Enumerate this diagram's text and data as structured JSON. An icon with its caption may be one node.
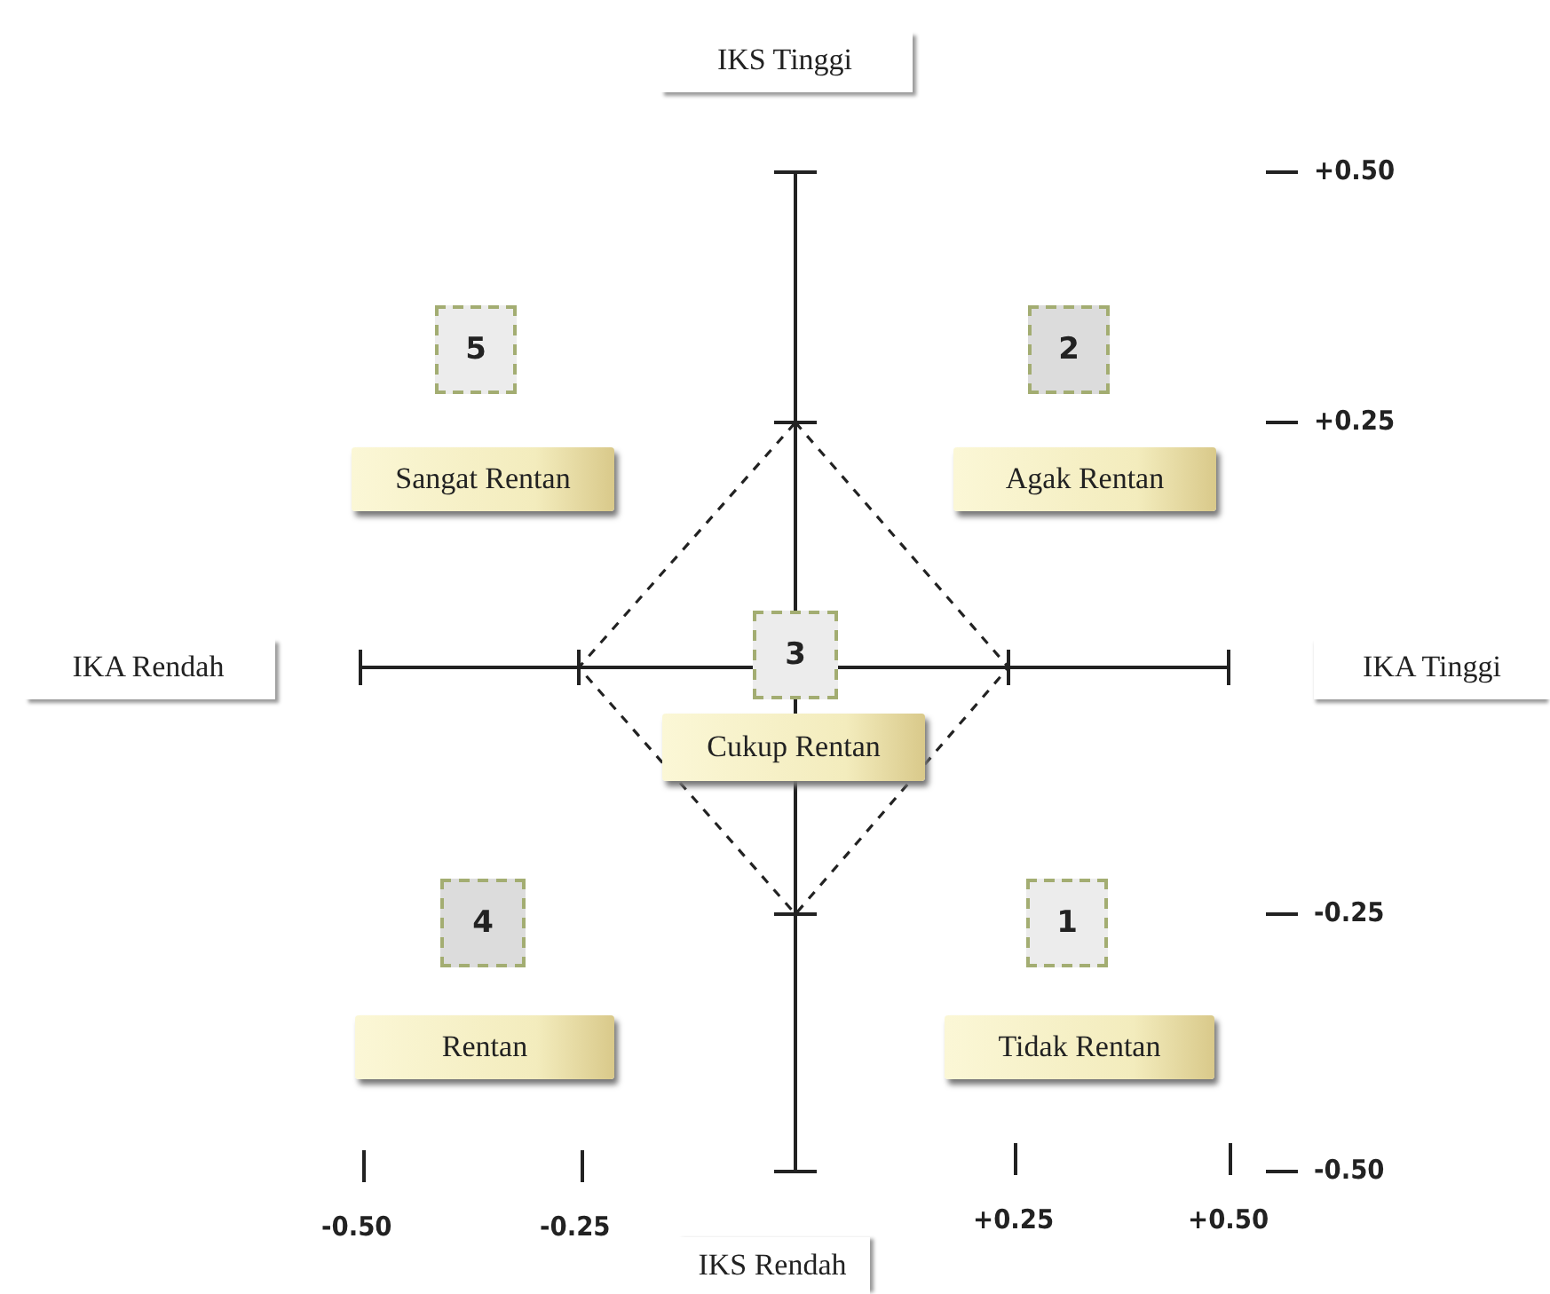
{
  "diagram": {
    "nodes": [
      {
        "text": [
          "IKS Tinggi"
        ]
      },
      {
        "text": [
          "5"
        ]
      },
      {
        "text": [
          "2"
        ]
      },
      {
        "text": [
          "Sangat Rentan"
        ]
      },
      {
        "text": [
          "Agak Rentan"
        ]
      },
      {
        "text": [
          "IKA Rendah"
        ]
      },
      {
        "text": [
          "3"
        ]
      },
      {
        "text": [
          "IKA Tinggi"
        ]
      },
      {
        "text": [
          "Cukup Rentan"
        ]
      },
      {
        "text": [
          "4"
        ]
      },
      {
        "text": [
          "1"
        ]
      },
      {
        "text": [
          "Rentan"
        ]
      },
      {
        "text": [
          "Tidak Rentan"
        ]
      },
      {
        "text": [
          "IKS Rendah"
        ]
      }
    ],
    "labels": [
      "+0.50",
      "+0.25",
      "-0.25",
      "-0.50",
      "-0.50",
      "-0.25",
      "+0.25",
      "+0.50"
    ]
  }
}
